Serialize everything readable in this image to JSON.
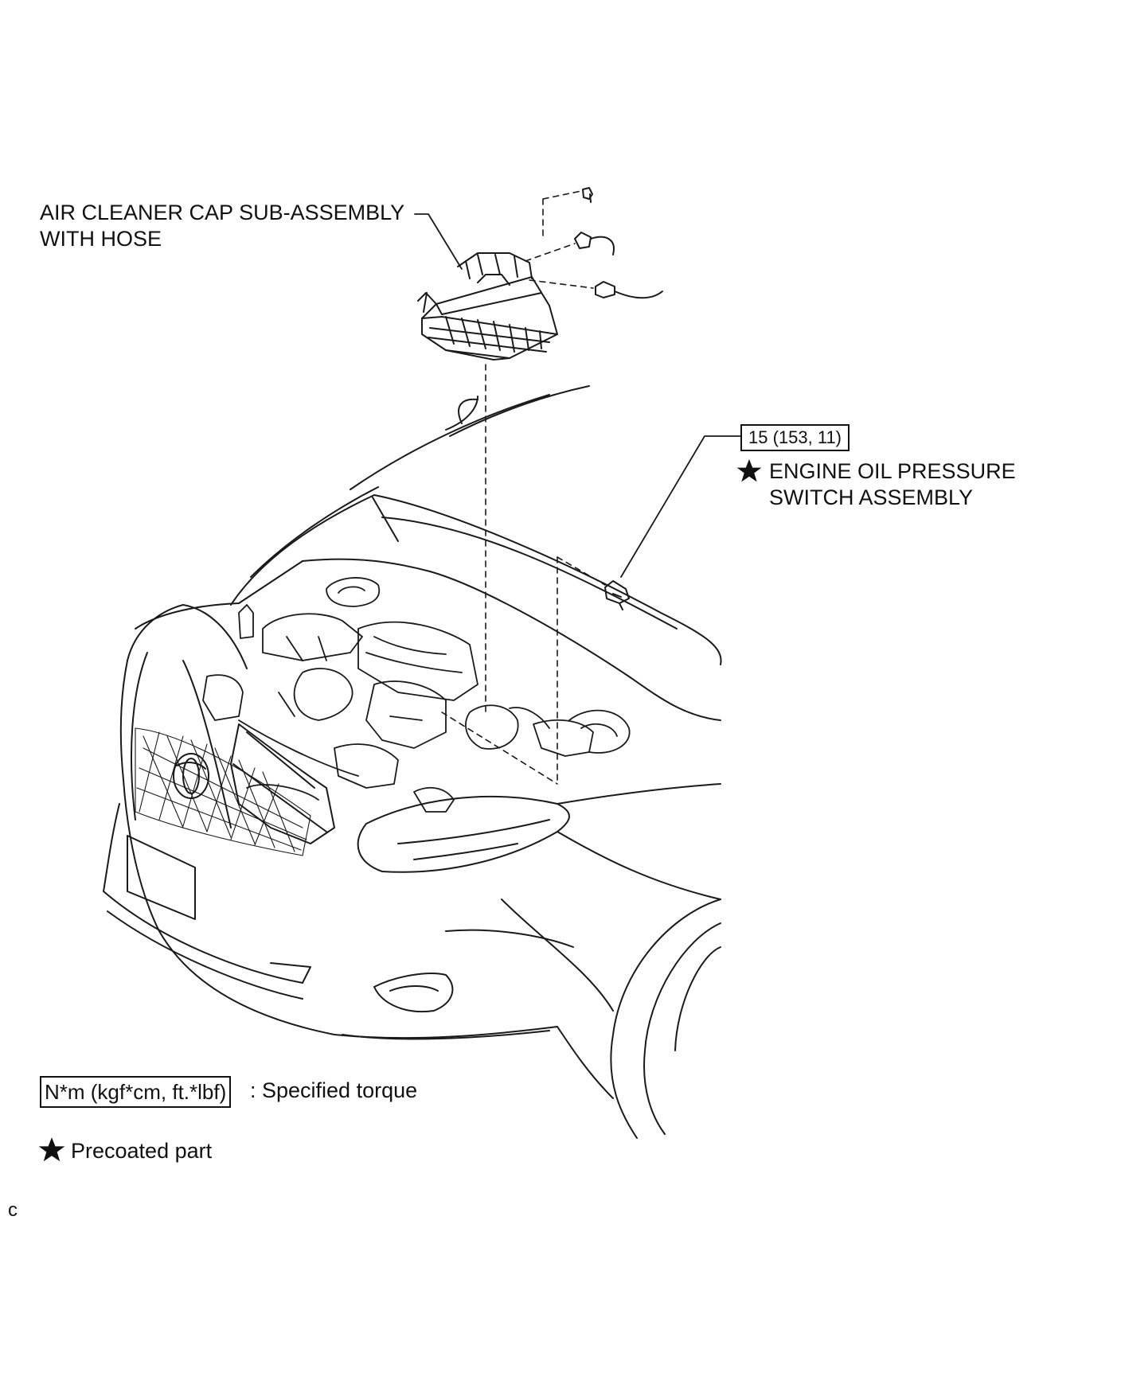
{
  "labels": {
    "air_cleaner_line1": "AIR CLEANER CAP SUB-ASSEMBLY",
    "air_cleaner_line2": "WITH HOSE",
    "torque_value": "15 (153, 11)",
    "oil_switch_line1": "ENGINE OIL PRESSURE",
    "oil_switch_line2": "SWITCH ASSEMBLY"
  },
  "legend": {
    "torque_box": "N*m (kgf*cm, ft.*lbf)",
    "torque_text": ": Specified torque",
    "precoated_text": "Precoated part"
  },
  "corner_code": "c",
  "icons": [
    "star-icon"
  ]
}
